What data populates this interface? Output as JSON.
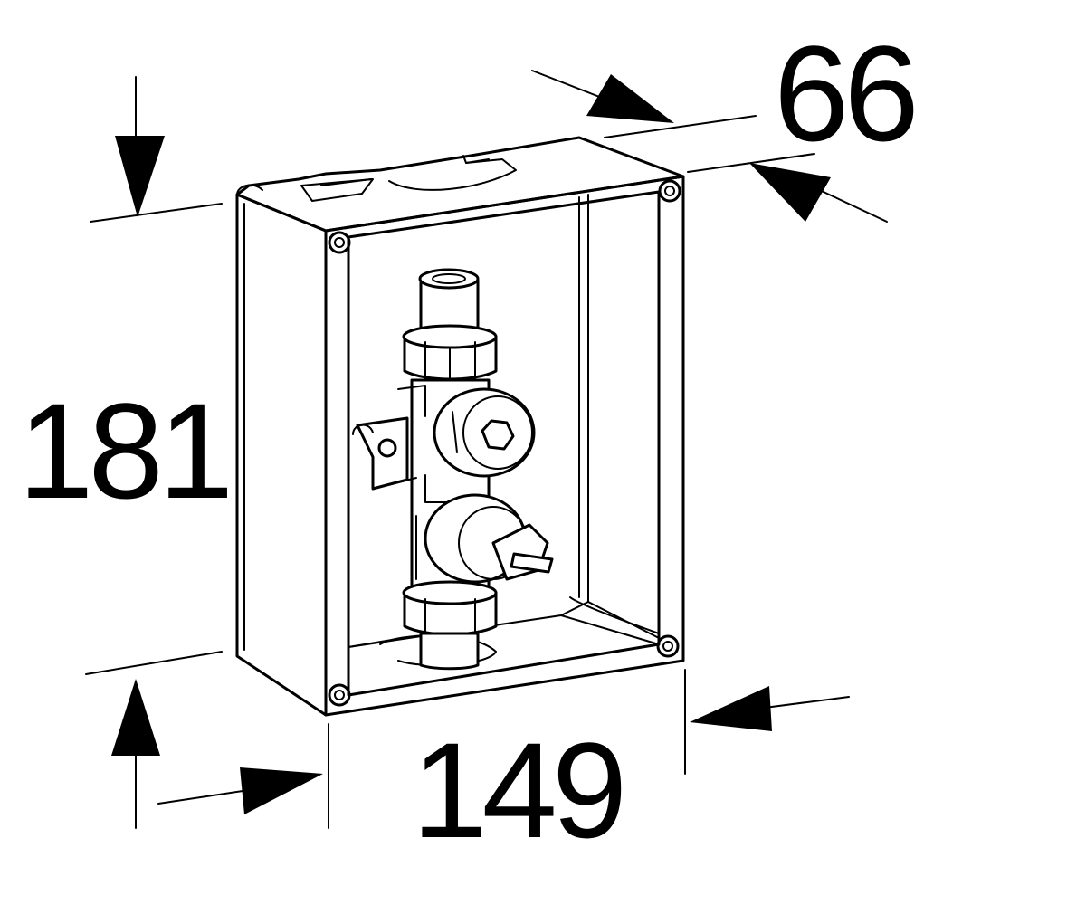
{
  "dimensions": {
    "height": "181",
    "width": "149",
    "depth": "66"
  }
}
